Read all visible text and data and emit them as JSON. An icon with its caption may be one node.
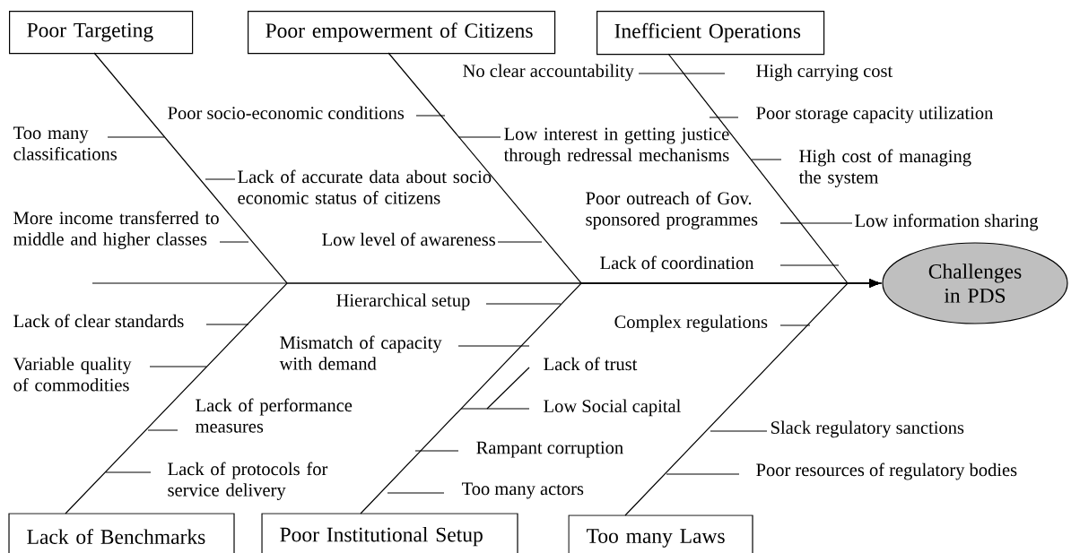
{
  "diagram": {
    "nodes": [
      {
        "text": [
          "Poor Targeting"
        ]
      },
      {
        "text": [
          "Poor empowerment of Citizens"
        ]
      },
      {
        "text": [
          "Inefficient Operations"
        ]
      },
      {
        "text": [
          "Challenges in PDS"
        ]
      },
      {
        "text": [
          "Lack of Benchmarks"
        ]
      },
      {
        "text": [
          "Poor Institutional Setup"
        ]
      },
      {
        "text": [
          "Too many Laws"
        ]
      }
    ],
    "edges": [
      {
        "from": 0,
        "to": 3,
        "arrow": "to"
      },
      {
        "from": 1,
        "to": 3,
        "arrow": "to"
      },
      {
        "from": 2,
        "to": 3,
        "arrow": "to"
      },
      {
        "from": 4,
        "to": 3,
        "arrow": "to"
      },
      {
        "from": 5,
        "to": 3,
        "arrow": "to"
      },
      {
        "from": 6,
        "to": 3,
        "arrow": "to"
      }
    ],
    "labels": [
      "No clear accountability",
      "High carrying cost",
      "Poor socio-economic conditions",
      "Poor storage capacity utilization",
      "Too many classifications",
      "Low interest in getting justice through redressal mechanisms",
      "High cost of managing the system",
      "Lack of accurate data about socio economic status of citizens",
      "Poor outreach of Gov. sponsored programmes",
      "More income transferred to middle and higher classes",
      "Low level of awareness",
      "Low information sharing",
      "Lack of coordination",
      "Hierarchical setup",
      "Lack of clear standards",
      "Complex regulations",
      "Mismatch of capacity with demand",
      "Variable quality of commodities",
      "Lack of trust",
      "Lack of performance measures",
      "Low Social capital",
      "Slack regulatory sanctions",
      "Lack of protocols for service delivery",
      "Rampant corruption",
      "Poor resources of regulatory bodies",
      "Too many actors"
    ]
  }
}
